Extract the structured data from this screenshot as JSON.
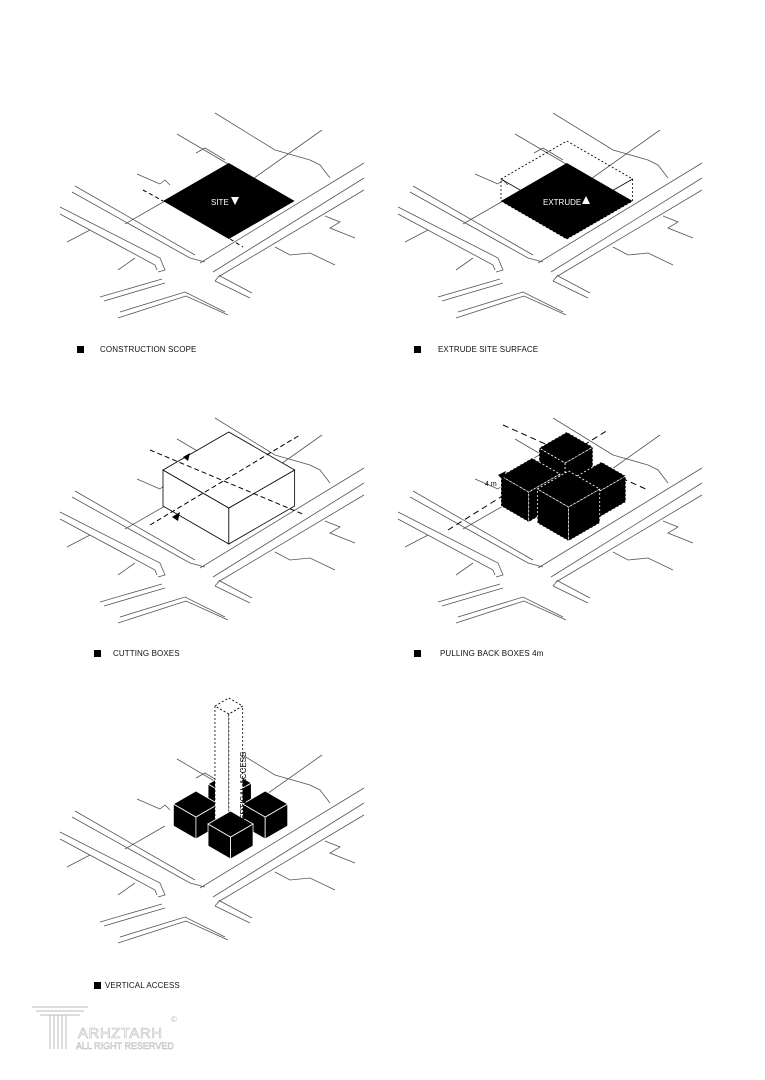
{
  "panels": [
    {
      "caption": "CONSTRUCTION SCOPE",
      "tag": "SITE"
    },
    {
      "caption": "EXTRUDE SITE  SURFACE",
      "tag": "EXTRUDE"
    },
    {
      "caption": "CUTTING BOXES"
    },
    {
      "caption": "PULLING BACK BOXES 4m",
      "dim_a": "4 m",
      "dim_b": "4 m"
    },
    {
      "caption": "VERTICAL ACCESS",
      "tower": "VERTICAL ACCESS"
    }
  ],
  "watermark": {
    "title": "ARHZTARH",
    "subtitle": "ALL RIGHT RESERVED",
    "mark": "©"
  }
}
